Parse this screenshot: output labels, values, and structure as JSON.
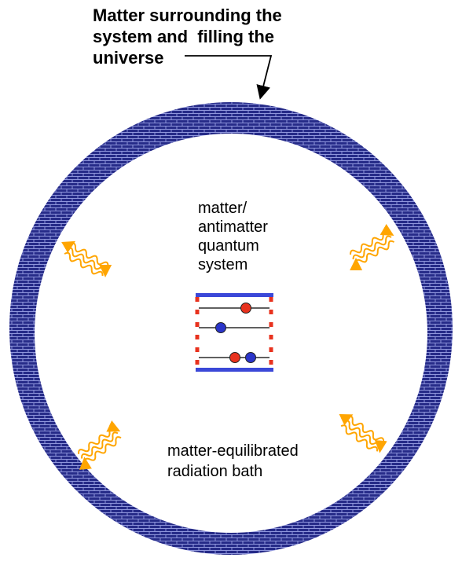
{
  "diagram": {
    "title_lines": [
      "Matter surrounding the",
      "system and  filling the",
      "universe"
    ],
    "center_label_lines": [
      "matter/",
      "antimatter",
      "quantum",
      "system"
    ],
    "bath_label_lines": [
      "matter-equilibrated",
      "radiation bath"
    ],
    "colors": {
      "ring": "#2a2f8f",
      "brick_line": "#9aa0e0",
      "photon": "#ffa500",
      "matter_particle": "#e8321e",
      "antimatter_particle": "#2b35c9",
      "box_edge": "#3b48d8",
      "box_dashes": "#e8321e"
    },
    "icons": [
      "photon-wave-icon",
      "particle-icon"
    ]
  }
}
